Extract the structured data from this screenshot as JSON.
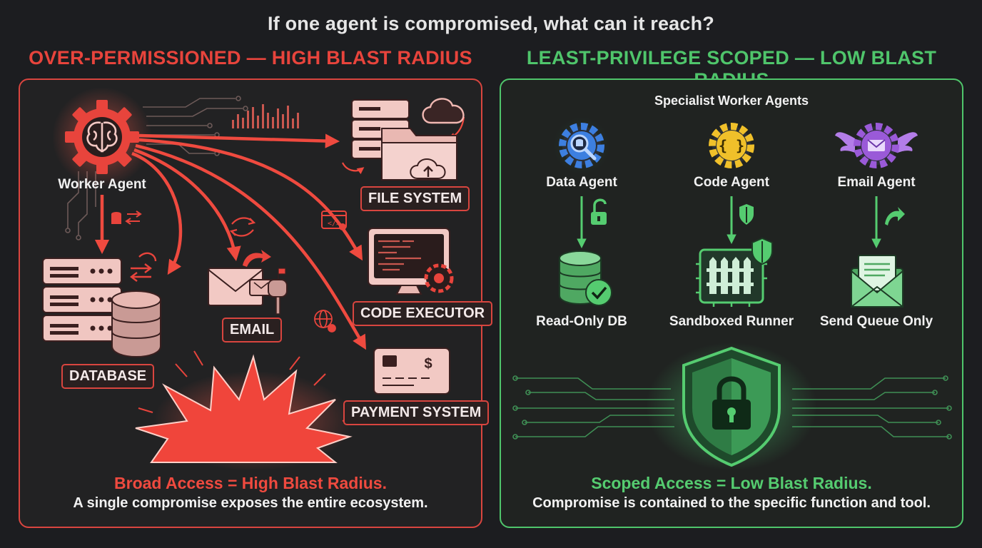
{
  "title": "If one agent is compromised, what can it reach?",
  "left_panel": {
    "heading": "OVER-PERMISSIONED — HIGH BLAST RADIUS",
    "agent_label": "Worker Agent",
    "resources": {
      "file_system": "FILE SYSTEM",
      "database": "DATABASE",
      "email": "EMAIL",
      "code_executor": "CODE EXECUTOR",
      "payment_system": "PAYMENT SYSTEM"
    },
    "footer_headline": "Broad Access = High Blast Radius.",
    "footer_text": "A single compromise exposes the entire ecosystem.",
    "accent_color": "#e8443c"
  },
  "right_panel": {
    "heading": "LEAST-PRIVILEGE SCOPED — LOW BLAST RADIUS",
    "subheading": "Specialist Worker Agents",
    "agents": [
      {
        "label": "Data Agent",
        "target": "Read-Only DB",
        "icon": "magnifier-db-gear-icon",
        "color": "#3d7fe0"
      },
      {
        "label": "Code Agent",
        "target": "Sandboxed Runner",
        "icon": "braces-gear-icon",
        "color": "#f0c02a"
      },
      {
        "label": "Email Agent",
        "target": "Send Queue Only",
        "icon": "winged-envelope-gear-icon",
        "color": "#9a5ad8"
      }
    ],
    "code_glyph": "{ }",
    "footer_headline": "Scoped Access = Low Blast Radius.",
    "footer_text": "Compromise is contained to the specific function and tool.",
    "accent_color": "#4fc56b"
  },
  "payment_currency_glyph": "$",
  "code_tag_glyph": "</>"
}
